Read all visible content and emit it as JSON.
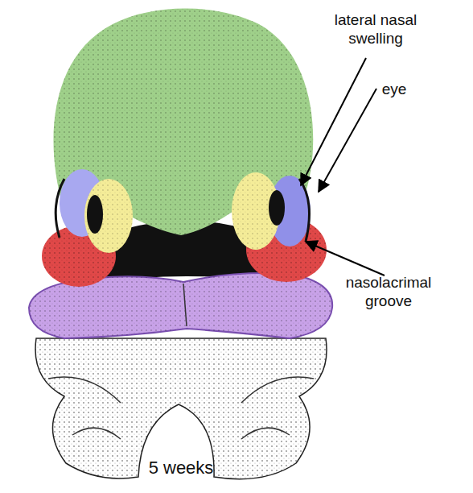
{
  "diagram": {
    "labels": [
      "lateral nasal swelling",
      "eye",
      "nasolacrimal groove",
      "5 weeks"
    ]
  }
}
